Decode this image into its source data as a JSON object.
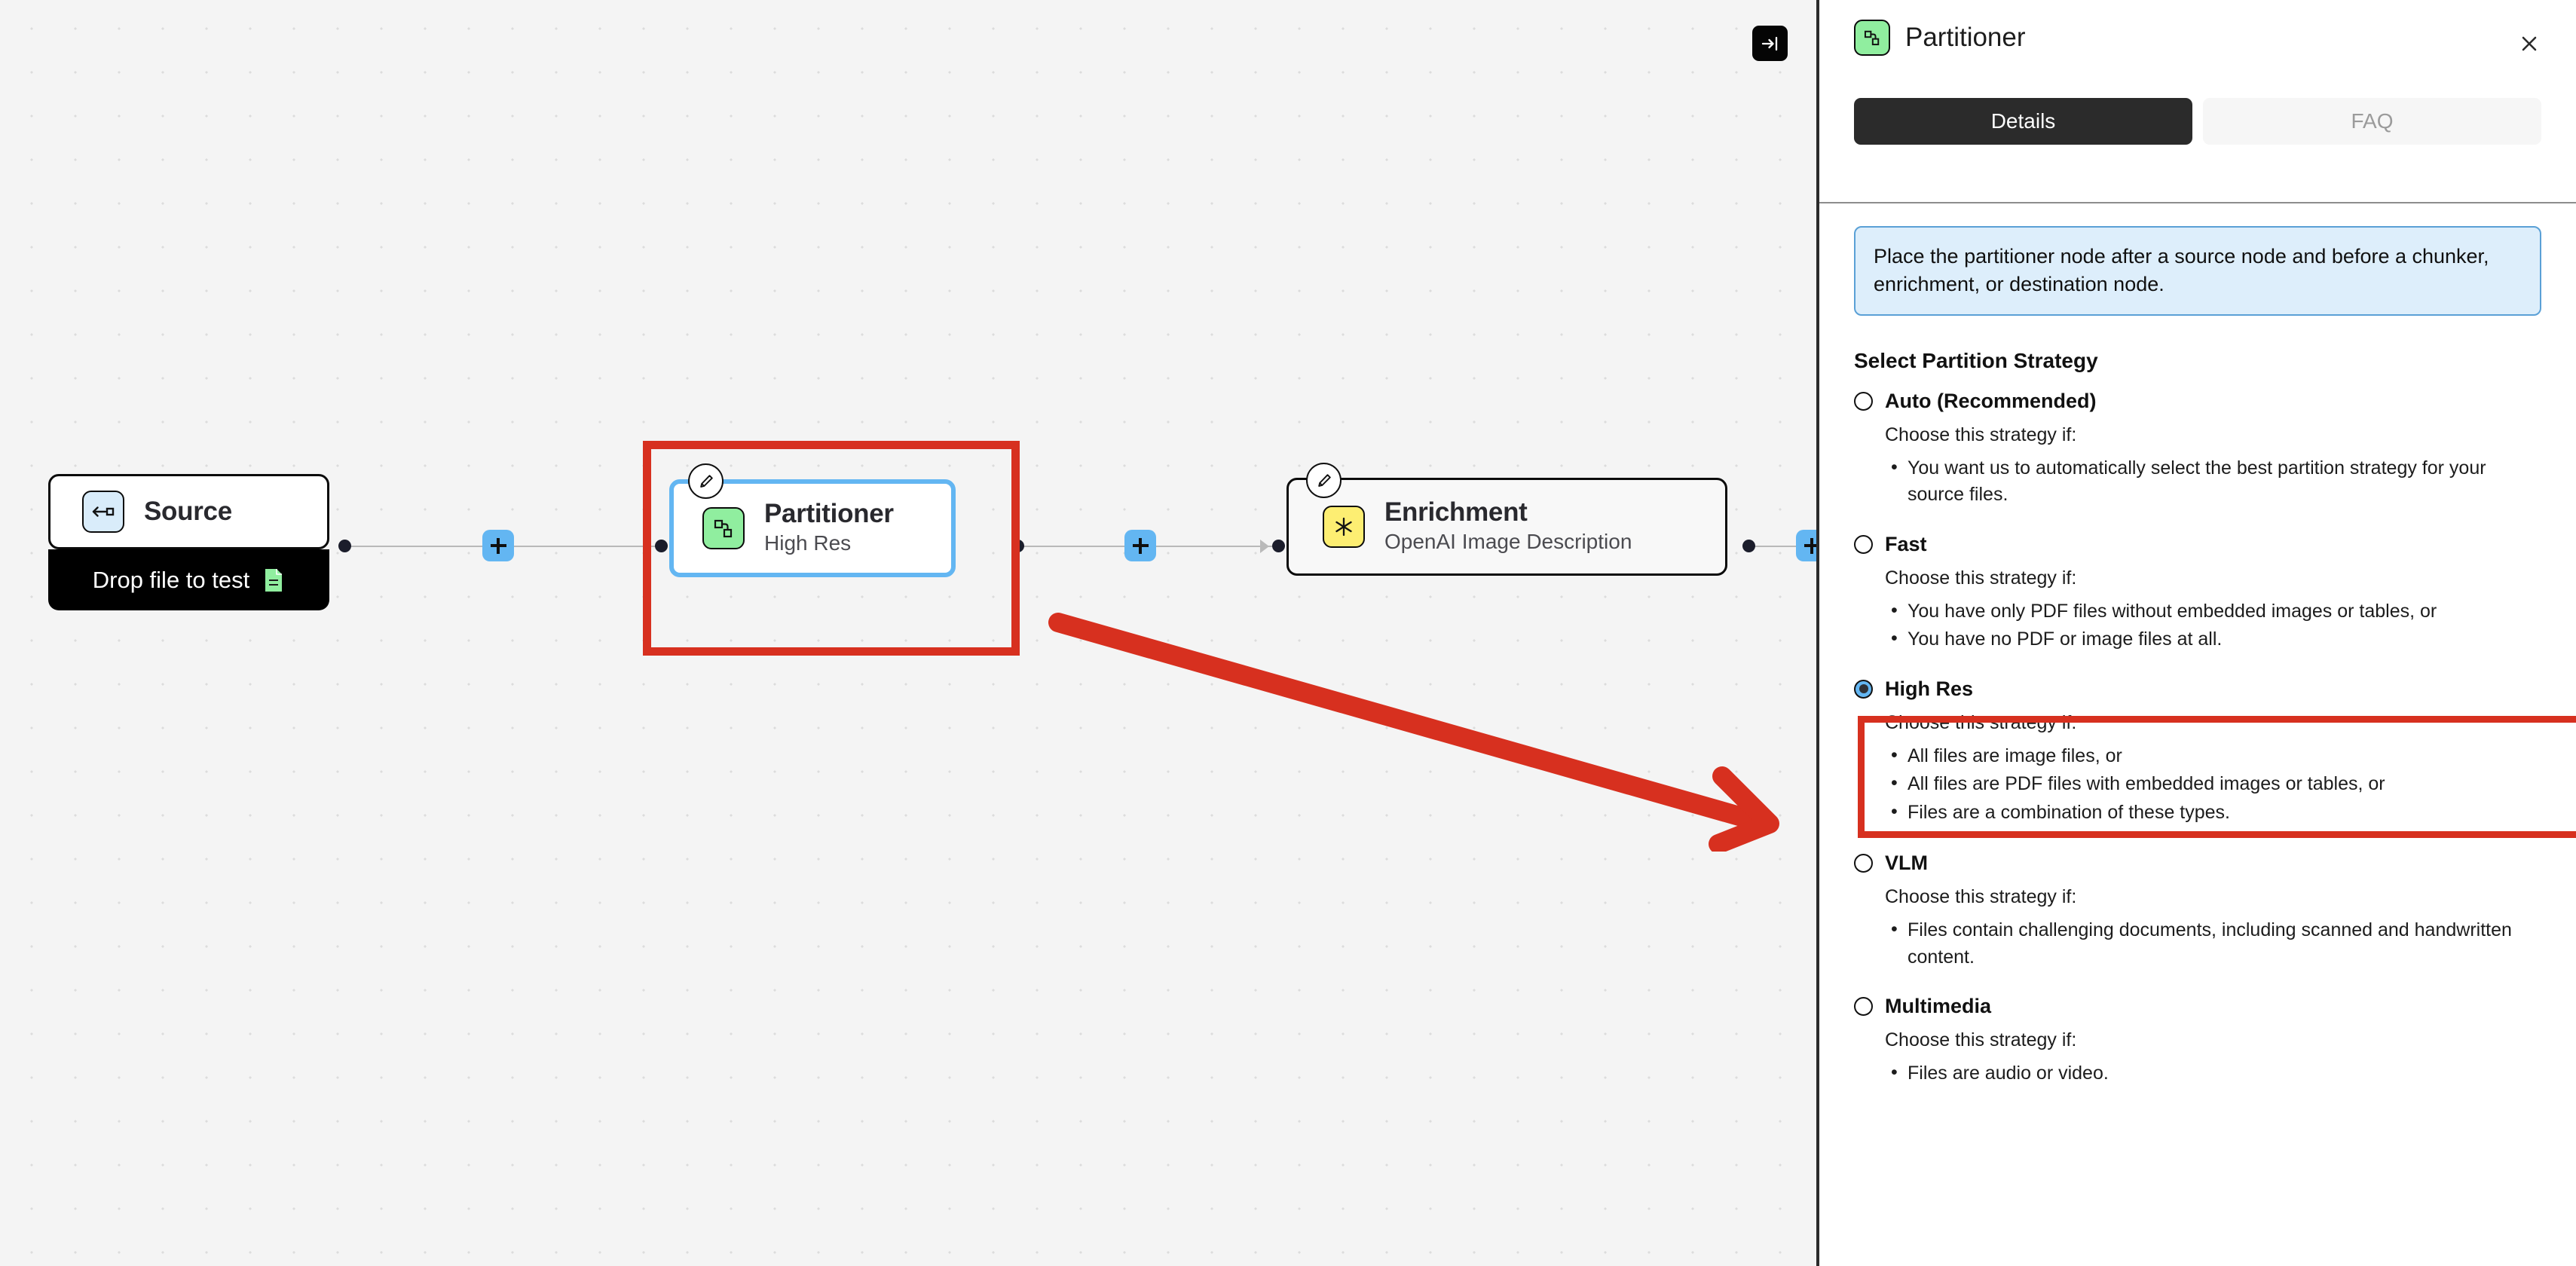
{
  "canvas": {
    "collapse_button": {
      "name": "collapse-panel-button",
      "icon": "arrow-to-line-right-icon"
    },
    "nodes": [
      {
        "id": "source",
        "title": "Source",
        "subtitle": "",
        "icon": "source-arrow-icon",
        "icon_bg": "#d9ecfa",
        "footer_label": "Drop file to test",
        "footer_icon": "document-file-icon",
        "footer_icon_color": "#90ee9f",
        "selected": false
      },
      {
        "id": "partitioner",
        "title": "Partitioner",
        "subtitle": "High Res",
        "icon": "partitioner-nodes-icon",
        "icon_bg": "#90ee9f",
        "selected": true
      },
      {
        "id": "enrichment",
        "title": "Enrichment",
        "subtitle": "OpenAI Image Description",
        "icon": "asterisk-sparkle-icon",
        "icon_bg": "#fdee72",
        "selected": false
      }
    ],
    "add_buttons": [
      {
        "name": "add-node-button-1",
        "label": "+"
      },
      {
        "name": "add-node-button-2",
        "label": "+"
      },
      {
        "name": "add-node-button-3",
        "label": "+"
      }
    ],
    "edit_badges": [
      {
        "name": "edit-partitioner-badge",
        "icon": "pencil-icon"
      },
      {
        "name": "edit-enrichment-badge",
        "icon": "pencil-icon"
      }
    ],
    "annotations": {
      "node_highlight_color": "#d7301f",
      "arrow_color": "#d7301f"
    }
  },
  "panel": {
    "title": "Partitioner",
    "title_icon": "partitioner-nodes-icon",
    "close_icon": "close-icon",
    "tabs": [
      {
        "label": "Details",
        "active": true
      },
      {
        "label": "FAQ",
        "active": false
      }
    ],
    "info_banner": {
      "text": "Place the partitioner node after a source node and before a chunker, enrichment, or destination node.",
      "bg": "#ddeefb",
      "border": "#5aa0d6"
    },
    "section_heading": "Select Partition Strategy",
    "options": [
      {
        "label": "Auto (Recommended)",
        "selected": false,
        "prompt": "Choose this strategy if:",
        "bullets": [
          "You want us to automatically select the best partition strategy for your source files."
        ]
      },
      {
        "label": "Fast",
        "selected": false,
        "prompt": "Choose this strategy if:",
        "bullets": [
          "You have only PDF files without embedded images or tables, or",
          "You have no PDF or image files at all."
        ]
      },
      {
        "label": "High Res",
        "selected": true,
        "prompt": "Choose this strategy if:",
        "bullets": [
          "All files are image files, or",
          "All files are PDF files with embedded images or tables, or",
          "Files are a combination of these types."
        ]
      },
      {
        "label": "VLM",
        "selected": false,
        "prompt": "Choose this strategy if:",
        "bullets": [
          "Files contain challenging documents, including scanned and handwritten content."
        ]
      },
      {
        "label": "Multimedia",
        "selected": false,
        "prompt": "Choose this strategy if:",
        "bullets": [
          "Files are audio or video."
        ]
      }
    ]
  },
  "colors": {
    "accent_blue": "#63b6f2",
    "annotation_red": "#d7301f",
    "node_green": "#90ee9f",
    "node_yellow": "#fdee72",
    "node_blue": "#d9ecfa",
    "canvas_bg": "#f4f4f4",
    "tab_active_bg": "#2b2b2b"
  }
}
